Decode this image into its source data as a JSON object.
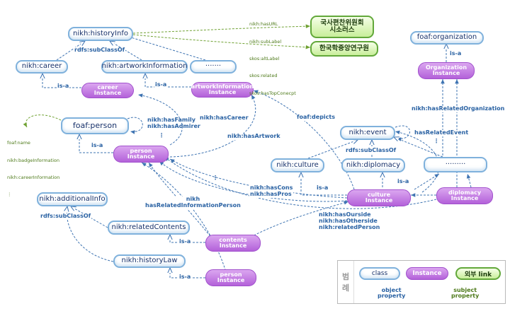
{
  "classes": {
    "history_info": "nikh:historyInfo",
    "career": "nikh:career",
    "artwork_information": "nikh:artworkInformation",
    "ellipsis_top": "·······",
    "foaf_person": "foaf:person",
    "foaf_organization": "foaf:organization",
    "nikh_event": "nikh:event",
    "nikh_culture": "nikh:culture",
    "nikh_diplomacy": "nikh:diplomacy",
    "ellipsis_event": "·········",
    "additional_info": "nikh:additionalInfo",
    "related_contents": "nikh:relatedContents",
    "history_law": "nikh:historyLaw"
  },
  "instances": {
    "career": [
      "career",
      "Instance"
    ],
    "artwork": [
      "artworkInformation",
      "Instance"
    ],
    "person": [
      "person",
      "Instance"
    ],
    "organization": [
      "Organization",
      "Instance"
    ],
    "culture": [
      "culture",
      "Instance"
    ],
    "diplomacy": [
      "diplomacy",
      "Instance"
    ],
    "contents": [
      "contents",
      "Instance"
    ],
    "person_bottom": [
      "person",
      "Instance"
    ]
  },
  "external_links": {
    "nikh_history_thesaurus": [
      "국사편찬위원회",
      "시소러스"
    ],
    "aks": [
      "한국학중앙연구원"
    ]
  },
  "edge_labels": {
    "rdfs_subclassof_top": "rdfs:subClassOf",
    "isa_career": "is-a",
    "isa_artwork": "is-a",
    "isa_person": "is-a",
    "isa_org": "is-a",
    "isa_culture": "is-a",
    "isa_diplomacy": "is-a",
    "isa_contents": "is-a",
    "isa_person_bottom": "is-a",
    "has_career": "nikh:hasCareer",
    "has_artwork": "nikh:hasArtwork",
    "foaf_depicts": "foaf:depicts",
    "has_related_org": "nikh:hasRelatedOrganization",
    "has_related_event": "hasRelatedEvent",
    "related_event_dots": "⋮",
    "rdfs_subclassof_event": "rdfs:subClassOf",
    "has_family_admirer": [
      "nikh:hasFamily",
      "nikh:hasAdmirer"
    ],
    "person_dots": "⋮",
    "has_cons_pros": [
      "nikh:hasCons",
      "nikh:hasPros"
    ],
    "has_related_info_person": [
      "nikh",
      "hasRelatedInformationPerson"
    ],
    "has_ourside_otherside": [
      "nikh:hasOurside",
      "nikh:hasOtherside",
      "nikh:relatedPerson"
    ],
    "rdfs_subclassof_additional": "rdfs:subClassOf",
    "middle_dots": "⋮"
  },
  "subject_properties": {
    "history_info": [
      "nikh:hasURL",
      "nikh:subLabel",
      "skos:altLabel",
      "skos:related",
      "skos:hasTopConecpt"
    ],
    "person": [
      "foaf:name",
      "nikh:badgeInformation",
      "nikh:careerInformation",
      "⋮"
    ]
  },
  "legend": {
    "title": [
      "범",
      "례"
    ],
    "class_label": "class",
    "instance_label": "Instance",
    "external_label": "외부 link",
    "object_property": [
      "object",
      "property"
    ],
    "subject_property": [
      "subject",
      "property"
    ]
  },
  "colors": {
    "class_border": "#7fb1dc",
    "instance_fill": "#c27ee3",
    "external_fill": "#c8ee9a",
    "object_edge": "#3f74b2",
    "subject_edge": "#6fa132",
    "label_blue": "#2a62a3"
  }
}
